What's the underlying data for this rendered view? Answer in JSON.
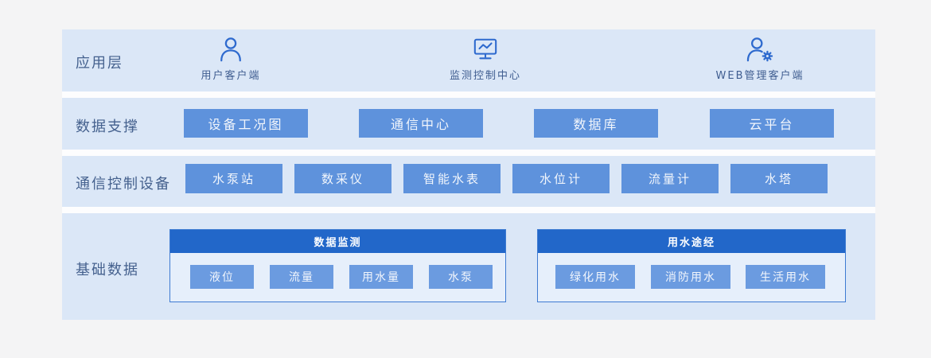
{
  "colors": {
    "row_background": "#dbe7f7",
    "button_blue": "#5e92dc",
    "group_header_blue": "#2267c9",
    "label_text": "#45618e",
    "icon_stroke": "#2e6ace"
  },
  "layers": {
    "application": {
      "label": "应用层",
      "items": [
        {
          "icon": "user-icon",
          "label": "用户客户端"
        },
        {
          "icon": "monitor-chart-icon",
          "label": "监测控制中心"
        },
        {
          "icon": "user-gear-icon",
          "label": "WEB管理客户端"
        }
      ]
    },
    "data_support": {
      "label": "数据支撑",
      "items": [
        "设备工况图",
        "通信中心",
        "数据库",
        "云平台"
      ]
    },
    "comm_control_devices": {
      "label": "通信控制设备",
      "items": [
        "水泵站",
        "数采仪",
        "智能水表",
        "水位计",
        "流量计",
        "水塔"
      ]
    },
    "base_data": {
      "label": "基础数据",
      "groups": [
        {
          "title": "数据监测",
          "items": [
            "液位",
            "流量",
            "用水量",
            "水泵"
          ]
        },
        {
          "title": "用水途经",
          "items": [
            "绿化用水",
            "消防用水",
            "生活用水"
          ]
        }
      ]
    }
  }
}
